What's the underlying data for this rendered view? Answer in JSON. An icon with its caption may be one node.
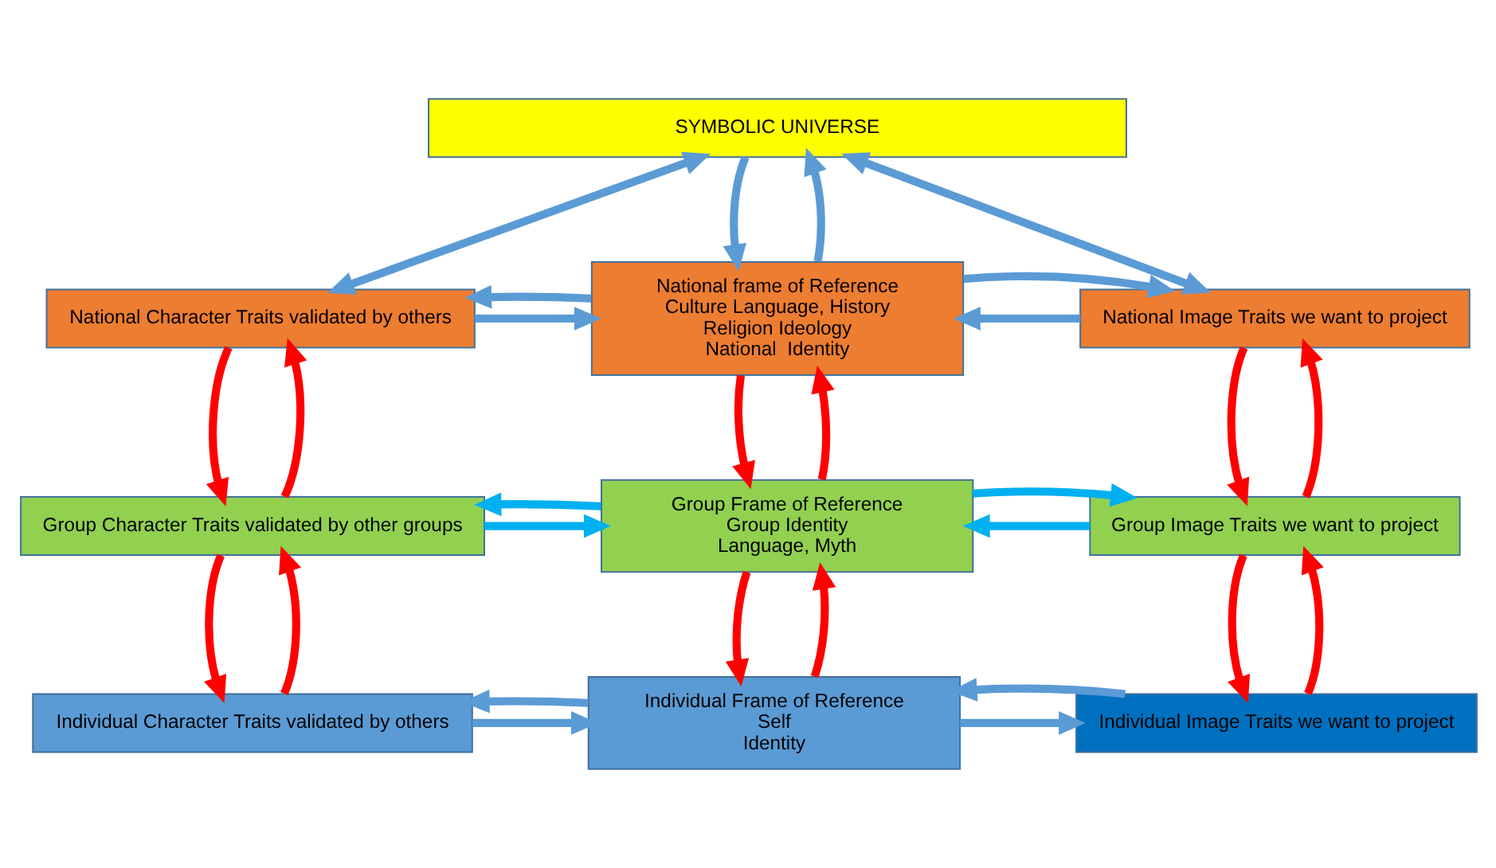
{
  "diagram": {
    "nodes": [
      {
        "text": [
          "SYMBOLIC UNIVERSE"
        ]
      },
      {
        "text": [
          "National Character Traits validated by others"
        ]
      },
      {
        "text": [
          "National frame of Reference",
          "Culture Language, History",
          "Religion Ideology",
          "National  Identity"
        ]
      },
      {
        "text": [
          "National Image Traits we want to project"
        ]
      },
      {
        "text": [
          "Group Character Traits validated by other groups"
        ]
      },
      {
        "text": [
          "Group Frame of Reference",
          "Group Identity",
          "Language, Myth"
        ]
      },
      {
        "text": [
          "Group Image Traits we want to project"
        ]
      },
      {
        "text": [
          "Individual Character Traits validated by others"
        ]
      },
      {
        "text": [
          "Individual Frame of Reference",
          "Self",
          "Identity"
        ]
      },
      {
        "text": [
          "Individual Image Traits we want to project"
        ]
      }
    ],
    "edges": [
      {
        "from": 0,
        "to": 1,
        "arrow": "both",
        "color": "#5b9bd5"
      },
      {
        "from": 0,
        "to": 3,
        "arrow": "both",
        "color": "#5b9bd5"
      },
      {
        "from": 0,
        "to": 2,
        "arrow": "to",
        "color": "#5b9bd5"
      },
      {
        "from": 2,
        "to": 0,
        "arrow": "to",
        "color": "#5b9bd5"
      },
      {
        "from": 1,
        "to": 2,
        "arrow": "to",
        "color": "#5b9bd5"
      },
      {
        "from": 2,
        "to": 1,
        "arrow": "to",
        "color": "#5b9bd5"
      },
      {
        "from": 3,
        "to": 2,
        "arrow": "to",
        "color": "#5b9bd5"
      },
      {
        "from": 2,
        "to": 3,
        "arrow": "to",
        "color": "#5b9bd5"
      },
      {
        "from": 4,
        "to": 1,
        "arrow": "to",
        "color": "#ff0000"
      },
      {
        "from": 1,
        "to": 4,
        "arrow": "to",
        "color": "#ff0000"
      },
      {
        "from": 2,
        "to": 5,
        "arrow": "to",
        "color": "#ff0000"
      },
      {
        "from": 5,
        "to": 2,
        "arrow": "to",
        "color": "#ff0000"
      },
      {
        "from": 3,
        "to": 6,
        "arrow": "to",
        "color": "#ff0000"
      },
      {
        "from": 6,
        "to": 3,
        "arrow": "to",
        "color": "#ff0000"
      },
      {
        "from": 4,
        "to": 5,
        "arrow": "to",
        "color": "#00b0f0"
      },
      {
        "from": 5,
        "to": 4,
        "arrow": "to",
        "color": "#00b0f0"
      },
      {
        "from": 6,
        "to": 5,
        "arrow": "to",
        "color": "#00b0f0"
      },
      {
        "from": 5,
        "to": 6,
        "arrow": "to",
        "color": "#00b0f0"
      },
      {
        "from": 7,
        "to": 4,
        "arrow": "to",
        "color": "#ff0000"
      },
      {
        "from": 4,
        "to": 7,
        "arrow": "to",
        "color": "#ff0000"
      },
      {
        "from": 8,
        "to": 5,
        "arrow": "to",
        "color": "#ff0000"
      },
      {
        "from": 5,
        "to": 8,
        "arrow": "to",
        "color": "#ff0000"
      },
      {
        "from": 6,
        "to": 9,
        "arrow": "to",
        "color": "#ff0000"
      },
      {
        "from": 9,
        "to": 6,
        "arrow": "to",
        "color": "#ff0000"
      },
      {
        "from": 7,
        "to": 8,
        "arrow": "to",
        "color": "#5b9bd5"
      },
      {
        "from": 8,
        "to": 7,
        "arrow": "to",
        "color": "#5b9bd5"
      },
      {
        "from": 8,
        "to": 9,
        "arrow": "to",
        "color": "#5b9bd5"
      },
      {
        "from": 9,
        "to": 8,
        "arrow": "to",
        "color": "#5b9bd5"
      }
    ]
  }
}
